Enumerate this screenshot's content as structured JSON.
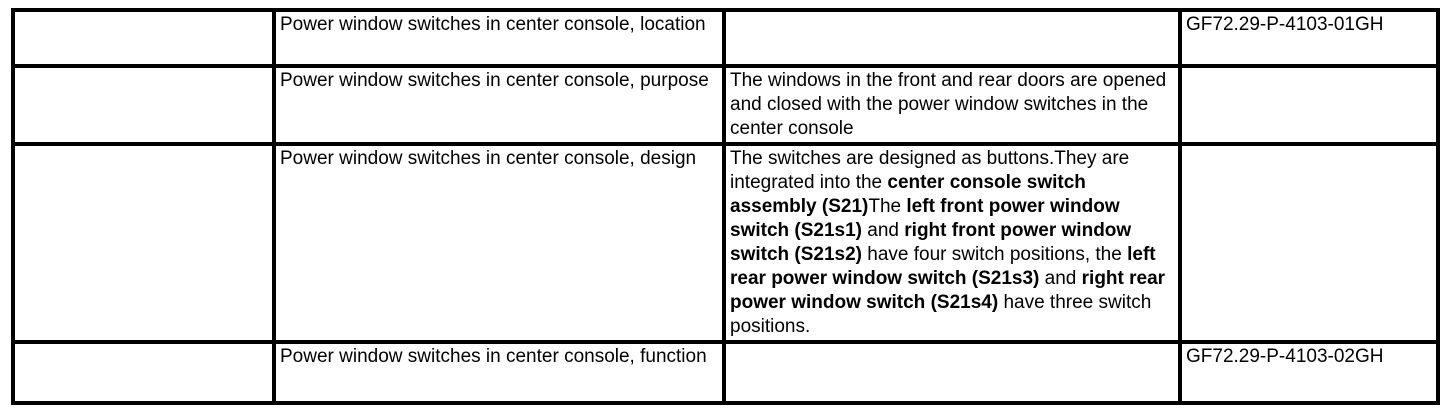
{
  "table": {
    "rows": [
      {
        "label": "",
        "title": "Power window switches in center console, location",
        "description": [],
        "code": "GF72.29-P-4103-01GH"
      },
      {
        "label": "",
        "title": "Power window switches in center console, purpose",
        "description": [
          {
            "text": "The windows in the front and rear doors are opened and closed with the power window switches in the center console",
            "bold": false
          }
        ],
        "code": ""
      },
      {
        "label": "",
        "title": "Power window switches in center console, design",
        "description": [
          {
            "text": "The switches are designed as buttons.They are integrated into the ",
            "bold": false
          },
          {
            "text": "center console switch assembly (S21)",
            "bold": true
          },
          {
            "text": "The ",
            "bold": false
          },
          {
            "text": "left front power window switch (S21s1)",
            "bold": true
          },
          {
            "text": " and ",
            "bold": false
          },
          {
            "text": "right front power window switch (S21s2)",
            "bold": true
          },
          {
            "text": " have four switch positions, the ",
            "bold": false
          },
          {
            "text": "left rear power window switch (S21s3)",
            "bold": true
          },
          {
            "text": " and ",
            "bold": false
          },
          {
            "text": "right rear power window switch (S21s4)",
            "bold": true
          },
          {
            "text": " have three switch positions.",
            "bold": false
          }
        ],
        "code": ""
      },
      {
        "label": "",
        "title": "Power window switches in center console, function",
        "description": [],
        "code": "GF72.29-P-4103-02GH"
      }
    ]
  }
}
